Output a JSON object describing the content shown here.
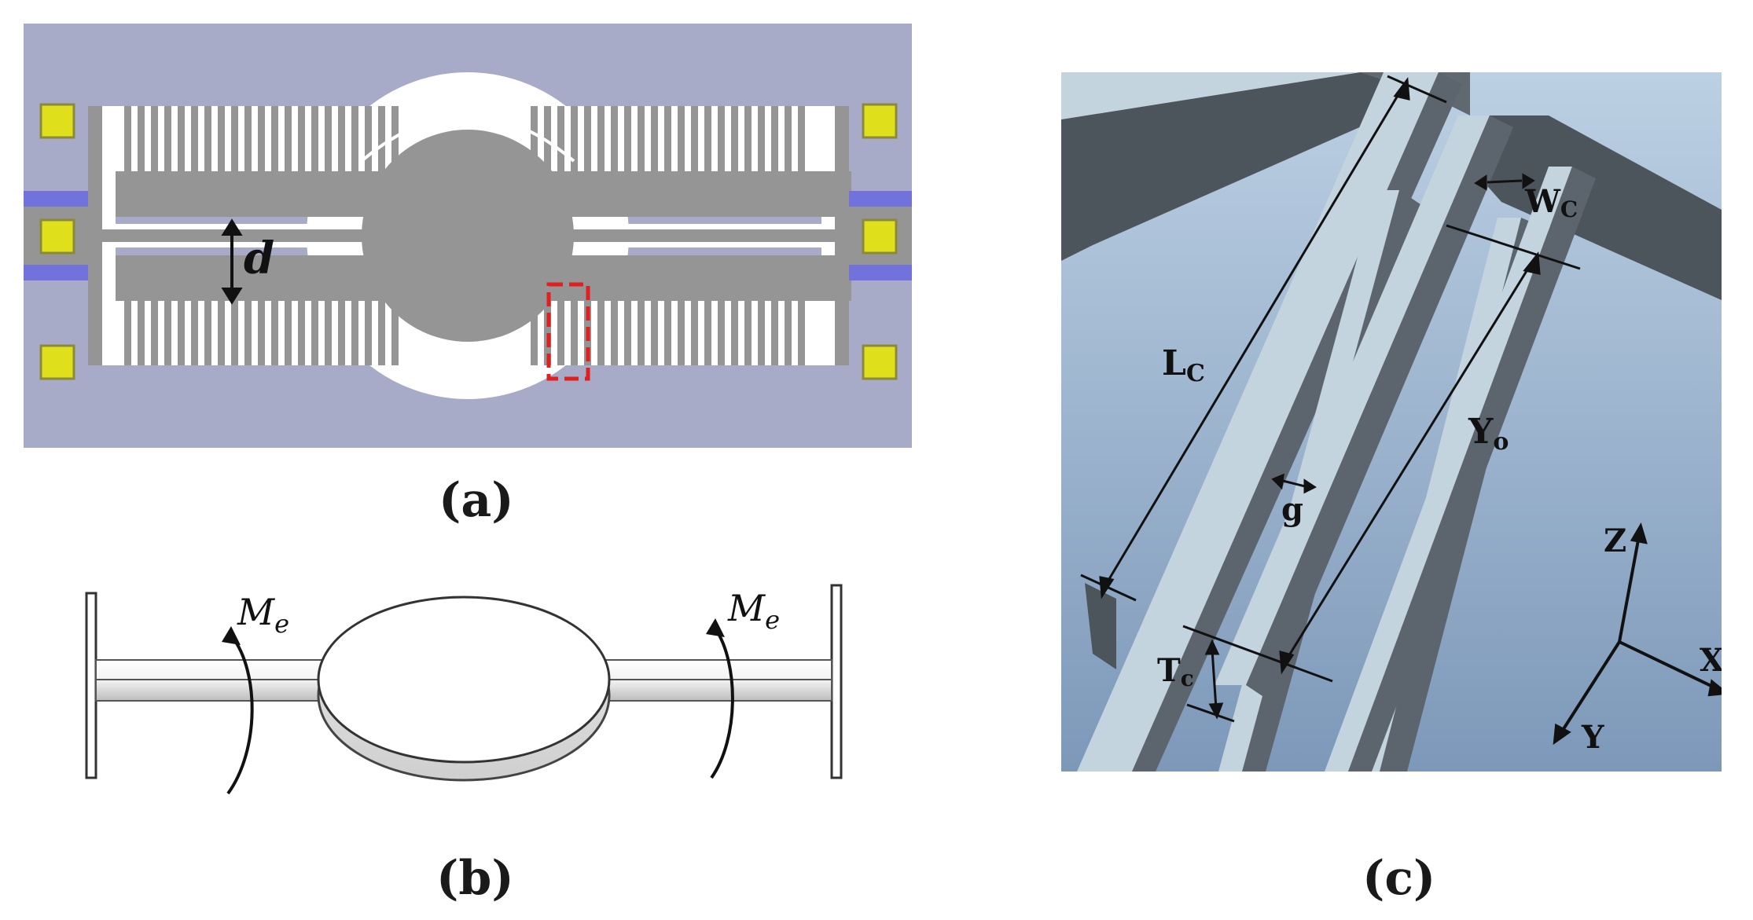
{
  "panel_a": {
    "caption": "(a)",
    "gap_label": "d",
    "colors": {
      "substrate": "#a7abc8",
      "trench": "#ffffff",
      "structure": "#959595",
      "pad": "#dfdf1c",
      "pad_border": "#8a8a3a",
      "contact": "#7272dd",
      "highlight": "#e21f1f"
    }
  },
  "panel_b": {
    "caption": "(b)",
    "moment_label": "M",
    "moment_sub": "e"
  },
  "panel_c": {
    "caption": "(c)",
    "labels": {
      "length": "L",
      "length_sub": "C",
      "width": "W",
      "width_sub": "C",
      "overlap": "Y",
      "overlap_sub": "o",
      "gap": "g",
      "thickness": "T",
      "thickness_sub": "c"
    },
    "axes": {
      "z": "Z",
      "x": "X",
      "y": "Y"
    },
    "colors": {
      "background": "#9db6d0",
      "finger_top": "#c3d4df",
      "finger_side": "#5c656d",
      "frame": "#4d555c",
      "frame_top": "#606870"
    }
  }
}
